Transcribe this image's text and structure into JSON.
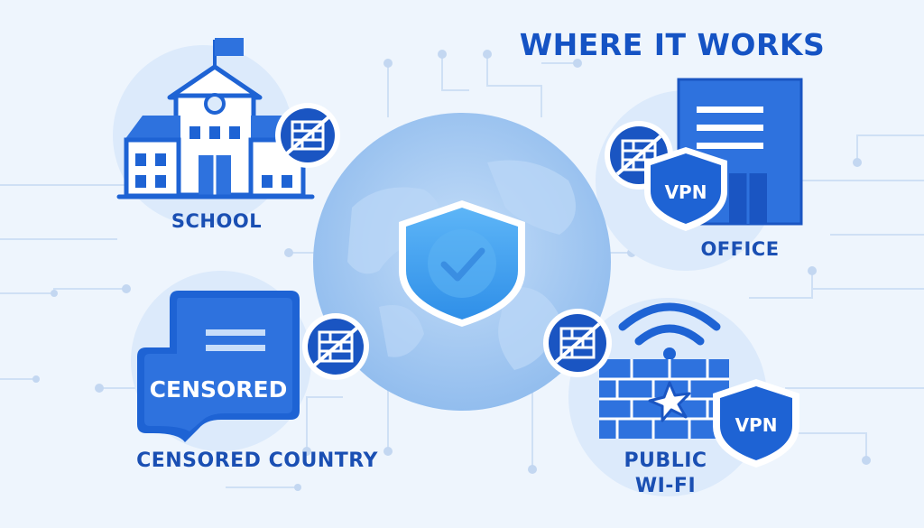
{
  "title": "WHERE IT WORKS",
  "locations": {
    "school": {
      "label": "SCHOOL"
    },
    "office": {
      "label": "OFFICE",
      "badge": "VPN"
    },
    "censored_country": {
      "label": "CENSORED COUNTRY",
      "sign_text": "CENSORED"
    },
    "public_wifi": {
      "label_line1": "PUBLIC",
      "label_line2": "WI-FI",
      "badge": "VPN"
    }
  },
  "center": {
    "icon": "shield-check-icon"
  },
  "colors": {
    "background": "#eef5fd",
    "primary": "#1e63d4",
    "dark": "#0f3f9c",
    "light": "#d6e7fa",
    "globe": "#a9cdf4",
    "shield": "#3ea0f2"
  }
}
